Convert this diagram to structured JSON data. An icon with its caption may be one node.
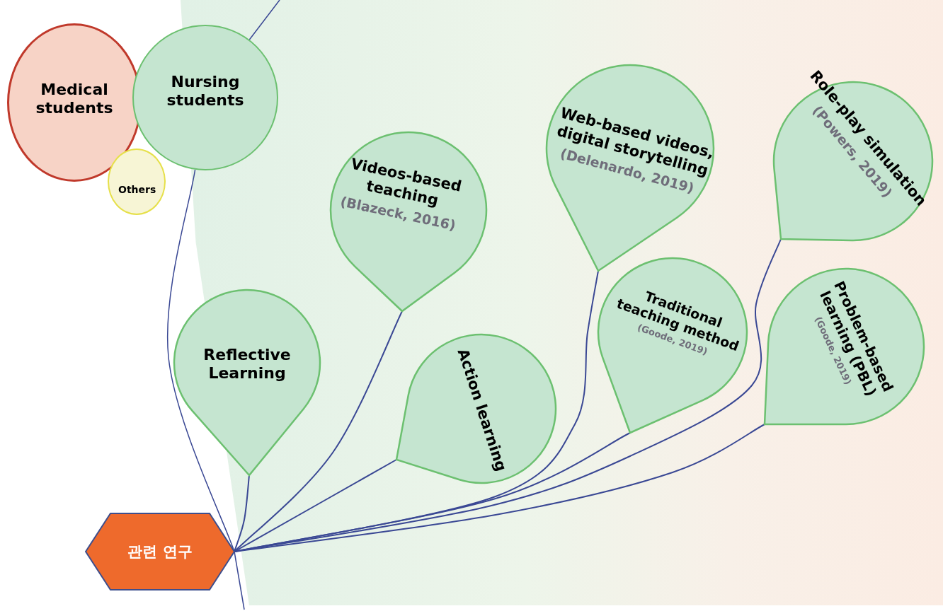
{
  "diagram": {
    "nodes": [
      {
        "text": [
          "Medical students"
        ]
      },
      {
        "text": [
          "Nursing students"
        ]
      },
      {
        "text": [
          "Others"
        ]
      },
      {
        "text": [
          "Videos-based teaching",
          "(Blazeck, 2016)"
        ]
      },
      {
        "text": [
          "Web-based videos, digital storytelling",
          "(Delenardo, 2019)"
        ]
      },
      {
        "text": [
          "Role-play simulation",
          "(Powers, 2019)"
        ]
      },
      {
        "text": [
          "Reflective Learning"
        ]
      },
      {
        "text": [
          "Action learning"
        ]
      },
      {
        "text": [
          "Traditional teaching method",
          "(Goode, 2019)"
        ]
      },
      {
        "text": [
          "Problem-based learning (PBL)",
          "(Goode, 2019)"
        ]
      },
      {
        "text": [
          "관련 연구"
        ]
      }
    ],
    "edges": [
      {
        "from": 1,
        "to": null,
        "arrow": "none"
      },
      {
        "from": 1,
        "to": 10,
        "arrow": "none"
      },
      {
        "from": 10,
        "to": null,
        "arrow": "none"
      },
      {
        "from": 10,
        "to": 6,
        "arrow": "none"
      },
      {
        "from": 10,
        "to": 3,
        "arrow": "none"
      },
      {
        "from": 10,
        "to": 7,
        "arrow": "none"
      },
      {
        "from": 10,
        "to": 4,
        "arrow": "none"
      },
      {
        "from": 10,
        "to": 8,
        "arrow": "none"
      },
      {
        "from": 10,
        "to": 5,
        "arrow": "none"
      },
      {
        "from": 10,
        "to": 9,
        "arrow": "none"
      }
    ]
  }
}
